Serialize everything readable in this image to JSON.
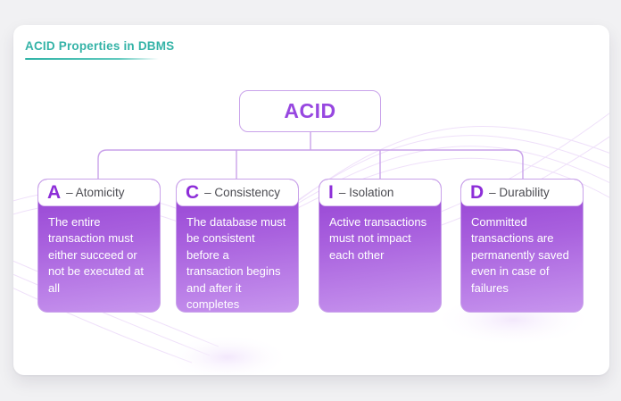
{
  "header": {
    "title": "ACID Properties in DBMS",
    "accent_color": "#34b3a7"
  },
  "root": {
    "label": "ACID",
    "text_color": "#9747e0",
    "border_color": "#c9a2ea"
  },
  "cards": [
    {
      "letter": "A",
      "title": "– Atomicity",
      "description": "The entire transaction must either succeed or not be executed at all"
    },
    {
      "letter": "C",
      "title": "– Consistency",
      "description": "The database must be consistent before a transaction begins and after it completes"
    },
    {
      "letter": "I",
      "title": "– Isolation",
      "description": "Active transactions must not impact each other"
    },
    {
      "letter": "D",
      "title": "– Durability",
      "description": "Committed transactions are permanently saved even in case of failures"
    }
  ],
  "colors": {
    "letter_purple": "#8d2ed8",
    "card_gradient_top": "#9440d3",
    "card_gradient_bottom": "#c795ee",
    "connector": "#c9a2ea",
    "page_background": "#f1f1f3"
  }
}
